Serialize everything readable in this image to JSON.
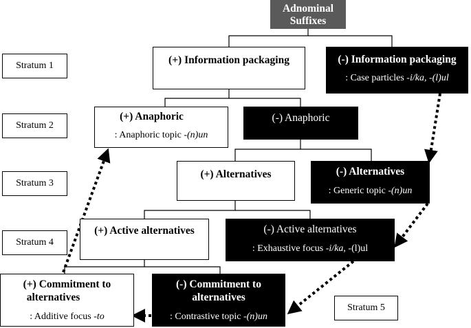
{
  "root": {
    "line1": "Adnominal",
    "line2": "Suffixes"
  },
  "strata": [
    "Stratum 1",
    "Stratum 2",
    "Stratum 3",
    "Stratum 4",
    "Stratum 5"
  ],
  "nodes": {
    "info_plus": {
      "title": "(+) Information packaging"
    },
    "info_minus": {
      "title": "(-) Information packaging",
      "sub_prefix": ": Case particles ",
      "sub_italic": "-i/ka, -(l)ul"
    },
    "anaphoric_plus": {
      "title": "(+) Anaphoric",
      "sub_prefix": ": Anaphoric topic ",
      "sub_italic": "-(n)un"
    },
    "anaphoric_minus": {
      "title": "(-) Anaphoric"
    },
    "alt_plus": {
      "title": "(+) Alternatives"
    },
    "alt_minus": {
      "title": "(-) Alternatives",
      "sub_prefix": ": Generic topic ",
      "sub_italic": "-(n)un"
    },
    "active_plus": {
      "title": "(+) Active alternatives"
    },
    "active_minus": {
      "title": "(-) Active alternatives",
      "sub_prefix": ": Exhaustive focus ",
      "sub_italic": "-i/ka",
      "sub_mid": ", ",
      "sub_italic2": "-(l)ul"
    },
    "commit_plus": {
      "title1": "(+) Commitment to",
      "title2": "alternatives",
      "sub_prefix": ": Additive focus ",
      "sub_italic": "-to"
    },
    "commit_minus": {
      "title1": "(-) Commitment to",
      "title2": "alternatives",
      "sub_prefix": ": Contrastive topic ",
      "sub_italic": "-(n)un"
    }
  },
  "colors": {
    "dark_box": "#000000",
    "root_box": "#5a5a5a",
    "light_box": "#ffffff"
  }
}
